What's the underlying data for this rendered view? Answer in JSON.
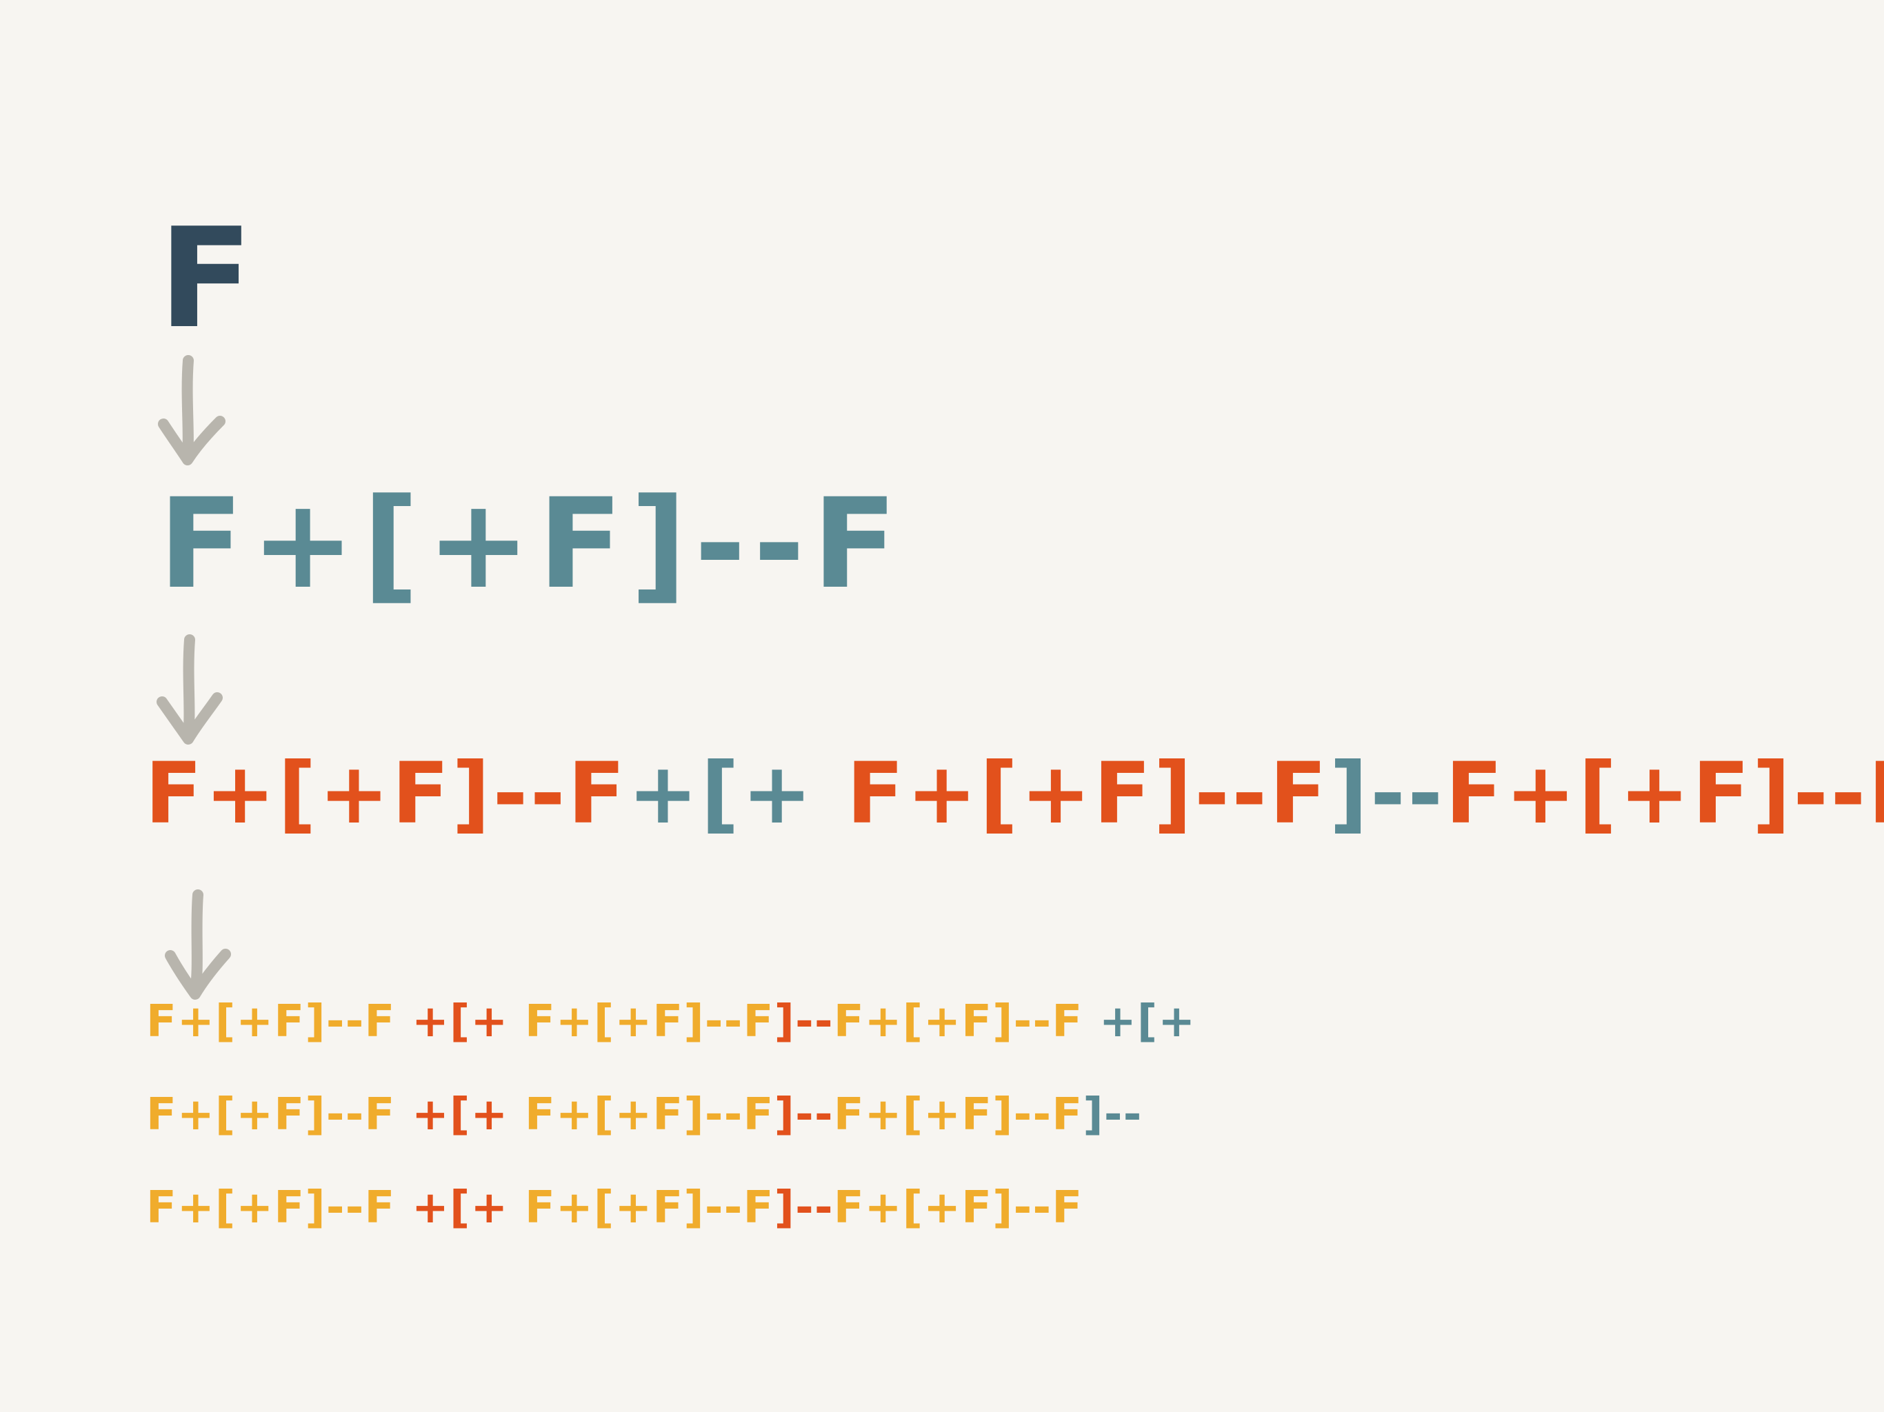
{
  "colors": {
    "generation_0": "#324a5c",
    "generation_1": "#5a8a94",
    "generation_2": "#e2511c",
    "generation_3": "#f0ac2c",
    "arrow": "#b8b5ad",
    "background": "#f7f5f1"
  },
  "generations": [
    {
      "tokens": [
        {
          "text": "F",
          "color": "#324a5c"
        }
      ]
    },
    {
      "tokens": [
        {
          "text": "F+[+F]--F",
          "color": "#5a8a94"
        }
      ]
    },
    {
      "tokens": [
        {
          "text": "F+[+F]--F",
          "color": "#e2511c"
        },
        {
          "text": "+[+ ",
          "color": "#5a8a94"
        },
        {
          "text": "F+[+F]--F",
          "color": "#e2511c"
        },
        {
          "text": "]--",
          "color": "#5a8a94"
        },
        {
          "text": "F+[+F]--F",
          "color": "#e2511c"
        }
      ]
    },
    {
      "rows": [
        {
          "tokens": [
            {
              "text": "F+[+F]--F ",
              "color": "#f0ac2c"
            },
            {
              "text": "+[+ ",
              "color": "#e2511c"
            },
            {
              "text": "F+[+F]--F",
              "color": "#f0ac2c"
            },
            {
              "text": "]--",
              "color": "#e2511c"
            },
            {
              "text": "F+[+F]--F ",
              "color": "#f0ac2c"
            },
            {
              "text": "+[+",
              "color": "#5a8a94"
            }
          ]
        },
        {
          "tokens": [
            {
              "text": "F+[+F]--F ",
              "color": "#f0ac2c"
            },
            {
              "text": "+[+ ",
              "color": "#e2511c"
            },
            {
              "text": "F+[+F]--F",
              "color": "#f0ac2c"
            },
            {
              "text": "]--",
              "color": "#e2511c"
            },
            {
              "text": "F+[+F]--F",
              "color": "#f0ac2c"
            },
            {
              "text": "]--",
              "color": "#5a8a94"
            }
          ]
        },
        {
          "tokens": [
            {
              "text": "F+[+F]--F ",
              "color": "#f0ac2c"
            },
            {
              "text": "+[+ ",
              "color": "#e2511c"
            },
            {
              "text": "F+[+F]--F",
              "color": "#f0ac2c"
            },
            {
              "text": "]--",
              "color": "#e2511c"
            },
            {
              "text": "F+[+F]--F",
              "color": "#f0ac2c"
            }
          ]
        }
      ]
    }
  ],
  "arrows": [
    {
      "icon": "down-arrow-icon"
    },
    {
      "icon": "down-arrow-icon"
    },
    {
      "icon": "down-arrow-icon"
    }
  ]
}
